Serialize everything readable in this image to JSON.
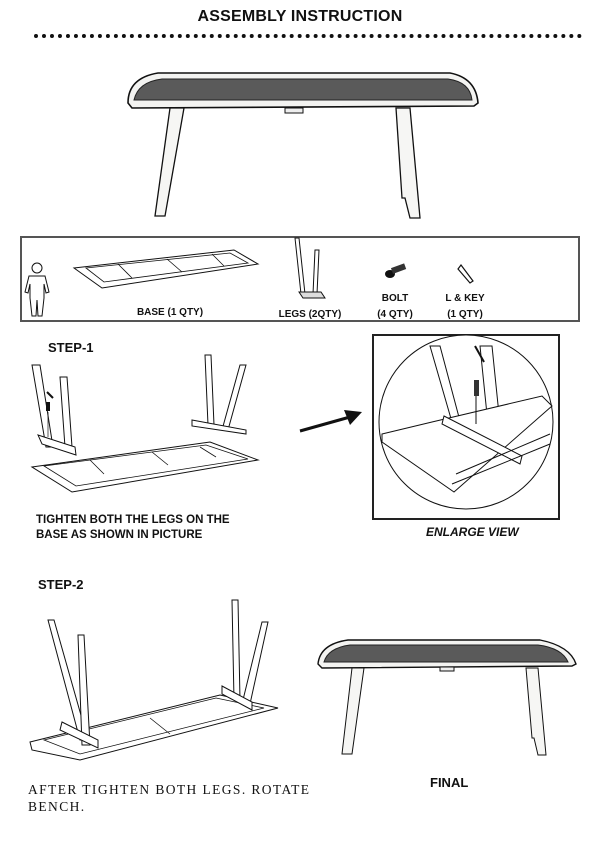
{
  "header": {
    "title": "ASSEMBLY INSTRUCTION"
  },
  "parts": {
    "items": [
      {
        "name": "base",
        "label": "BASE (1 QTY)",
        "icon": "bench-base-icon"
      },
      {
        "name": "legs",
        "label": "LEGS (2QTY)",
        "icon": "leg-pair-icon"
      },
      {
        "name": "bolt",
        "label": "BOLT",
        "qty": "(4 QTY)",
        "icon": "bolt-icon"
      },
      {
        "name": "key",
        "label": "L & KEY",
        "qty": "(1 QTY)",
        "icon": "allen-key-icon"
      }
    ],
    "person_icon": "person-icon"
  },
  "step1": {
    "heading": "STEP-1",
    "instruction_line1": "TIGHTEN BOTH THE LEGS ON THE",
    "instruction_line2": "BASE AS SHOWN IN PICTURE",
    "enlarge_caption": "ENLARGE VIEW"
  },
  "step2": {
    "heading": "STEP-2",
    "instruction_line1": "AFTER TIGHTEN BOTH LEGS. ROTATE",
    "instruction_line2": "BENCH."
  },
  "final": {
    "label": "FINAL"
  },
  "colors": {
    "ink": "#111111",
    "cushion": "#555555",
    "wood": "#f4f4f2"
  }
}
